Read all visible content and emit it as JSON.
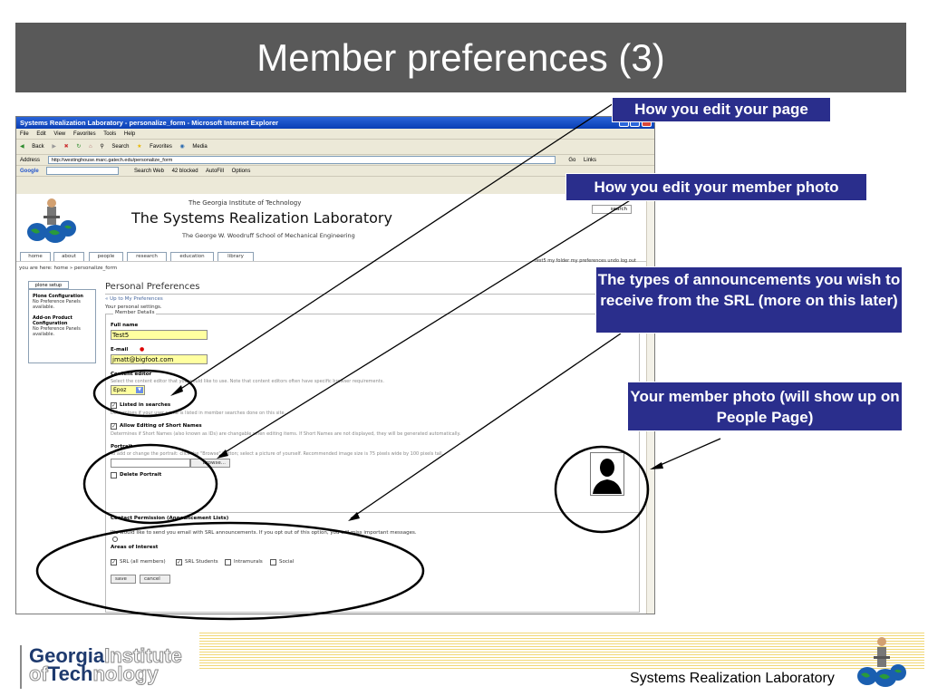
{
  "slide": {
    "title": "Member preferences (3)"
  },
  "browser": {
    "window_title": "Systems Realization Laboratory - personalize_form - Microsoft Internet Explorer",
    "menu": [
      "File",
      "Edit",
      "View",
      "Favorites",
      "Tools",
      "Help"
    ],
    "toolbar": [
      "Back",
      "Search",
      "Favorites",
      "Media"
    ],
    "address_label": "Address",
    "address_url": "http://westinghouse.marc.gatech.edu/personalize_form",
    "go_label": "Go",
    "links_label": "Links",
    "google_label": "Google",
    "google_toolbar": [
      "Search Web",
      "42 blocked",
      "AutoFill",
      "Options"
    ]
  },
  "site": {
    "institute": "The Georgia Institute of Technology",
    "lab": "The Systems Realization Laboratory",
    "school": "The George W. Woodruff School of Mechanical Engineering",
    "search_label": "search",
    "nav": [
      "home",
      "about",
      "people",
      "research",
      "education",
      "library"
    ],
    "user_links": "test5   my folder   my preferences   undo   log out",
    "breadcrumb": "you are here: home » personalize_form"
  },
  "sidebar": {
    "tab": "plone setup",
    "items": [
      {
        "title": "Plone Configuration",
        "desc": "No Preference Panels available."
      },
      {
        "title": "Add-on Product Configuration",
        "desc": "No Preference Panels available."
      }
    ]
  },
  "form": {
    "title": "Personal Preferences",
    "up_link": "« Up to My Preferences",
    "intro": "Your personal settings.",
    "legend": "Member Details",
    "fullname_label": "Full name",
    "fullname_value": "Test5",
    "email_label": "E-mail",
    "email_value": "jmatt@bigfoot.com",
    "editor_label": "Content editor",
    "editor_help": "Select the content editor that you would like to use. Note that content editors often have specific browser requirements.",
    "editor_value": "Epoz",
    "listed_label": "Listed in searches",
    "listed_help": "Determines if your user name is listed in member searches done on this site.",
    "shortnames_label": "Allow Editing of Short Names",
    "shortnames_help": "Determines if Short Names (also known as IDs) are changable when editing items. If Short Names are not displayed, they will be generated automatically.",
    "portrait_label": "Portrait",
    "portrait_help": "To add or change the portrait: click the \"Browse\" button; select a picture of yourself. Recommended image size is 75 pixels wide by 100 pixels tall.",
    "browse_label": "Browse...",
    "delete_portrait_label": "Delete Portrait",
    "contact_label": "Contact Permission (Announcement Lists)",
    "contact_help": "We would like to send you email with SRL announcements. If you opt out of this option, you will miss important messages.",
    "interest_label": "Areas of Interest",
    "interests": [
      "SRL (all members)",
      "SRL Students",
      "Intramurals",
      "Social"
    ],
    "interests_checked": [
      true,
      true,
      false,
      false
    ],
    "save_label": "save",
    "cancel_label": "cancel"
  },
  "callouts": {
    "edit_page": "How you edit your page",
    "edit_photo": "How you edit your member photo",
    "announcements": "The types of announcements you wish to receive from the SRL (more on this later)",
    "member_photo": "Your member photo (will show up on People Page)"
  },
  "footer": {
    "gt_line1_bold": "Georgia",
    "gt_line1_light": "Institute",
    "gt_line2_bold": "Tech",
    "gt_line2_prefix": "of",
    "gt_line2_light": "nology",
    "srl": "Systems Realization Laboratory"
  },
  "colors": {
    "title_bg": "#595959",
    "callout_bg": "#2a2e8c",
    "input_bg": "#ffffa0",
    "footer_stripe": "#f1d876"
  }
}
